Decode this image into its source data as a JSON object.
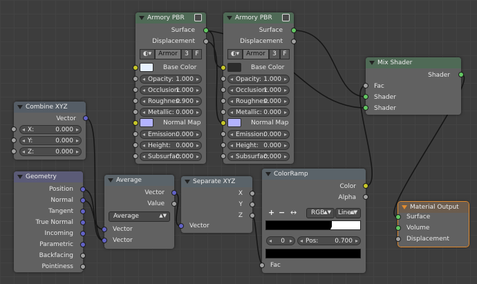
{
  "nodes": {
    "armory1": {
      "title": "Armory PBR",
      "out_surface": "Surface",
      "out_displacement": "Displacement",
      "material": "Armor",
      "users": "3",
      "fake": "F",
      "base_color_label": "Base Color",
      "base_color": "#e6f0ff",
      "fields": [
        {
          "label": "Opacity:",
          "value": "1.000"
        },
        {
          "label": "Occlusion:",
          "value": "1.000"
        },
        {
          "label": "Roughnes:",
          "value": "0.900"
        },
        {
          "label": "Metallic:",
          "value": "0.000"
        }
      ],
      "normal_map_label": "Normal Map",
      "normal_map_color": "#b3b3ff",
      "fields2": [
        {
          "label": "Emission:",
          "value": "0.000"
        },
        {
          "label": "Height:",
          "value": "0.000"
        },
        {
          "label": "Subsurfac:",
          "value": "0.000"
        }
      ]
    },
    "armory2": {
      "title": "Armory PBR",
      "out_surface": "Surface",
      "out_displacement": "Displacement",
      "material": "Armor",
      "users": "3",
      "fake": "F",
      "base_color_label": "Base Color",
      "base_color": "#2b2b2b",
      "fields": [
        {
          "label": "Opacity:",
          "value": "1.000"
        },
        {
          "label": "Occlusion:",
          "value": "1.000"
        },
        {
          "label": "Roughnes:",
          "value": "0.000"
        },
        {
          "label": "Metallic:",
          "value": "0.000"
        }
      ],
      "normal_map_label": "Normal Map",
      "normal_map_color": "#b3b3ff",
      "fields2": [
        {
          "label": "Emission:",
          "value": "0.000"
        },
        {
          "label": "Height:",
          "value": "0.000"
        },
        {
          "label": "Subsurfac:",
          "value": "0.000"
        }
      ]
    },
    "mix": {
      "title": "Mix Shader",
      "out_shader": "Shader",
      "in_fac": "Fac",
      "in_shader1": "Shader",
      "in_shader2": "Shader"
    },
    "combine": {
      "title": "Combine XYZ",
      "out_vector": "Vector",
      "fields": [
        {
          "label": "X:",
          "value": "0.000"
        },
        {
          "label": "Y:",
          "value": "0.000"
        },
        {
          "label": "Z:",
          "value": "0.000"
        }
      ]
    },
    "geometry": {
      "title": "Geometry",
      "outputs": [
        "Position",
        "Normal",
        "Tangent",
        "True Normal",
        "Incoming",
        "Parametric",
        "Backfacing",
        "Pointiness"
      ]
    },
    "average": {
      "title": "Average",
      "out_vector": "Vector",
      "out_value": "Value",
      "operation": "Average",
      "in_vector1": "Vector",
      "in_vector2": "Vector"
    },
    "separate": {
      "title": "Separate XYZ",
      "out_x": "X",
      "out_y": "Y",
      "out_z": "Z",
      "in_vector": "Vector"
    },
    "colorramp": {
      "title": "ColorRamp",
      "out_color": "Color",
      "out_alpha": "Alpha",
      "add": "+",
      "remove": "−",
      "flip": "↔",
      "mode": "RGB",
      "interp": "Linear",
      "stop_index": "0",
      "pos_label": "Pos:",
      "pos_value": "0.700",
      "in_fac": "Fac"
    },
    "output": {
      "title": "Material Output",
      "in_surface": "Surface",
      "in_volume": "Volume",
      "in_displacement": "Displacement"
    }
  },
  "colors": {
    "background": "#3d3d3d",
    "wire": "#1a1a1a",
    "socket_shader": "#63c763",
    "socket_value": "#a1a1a1",
    "socket_color": "#c7c729",
    "socket_vector": "#6363c7",
    "selected_outline": "#e08a2e"
  }
}
